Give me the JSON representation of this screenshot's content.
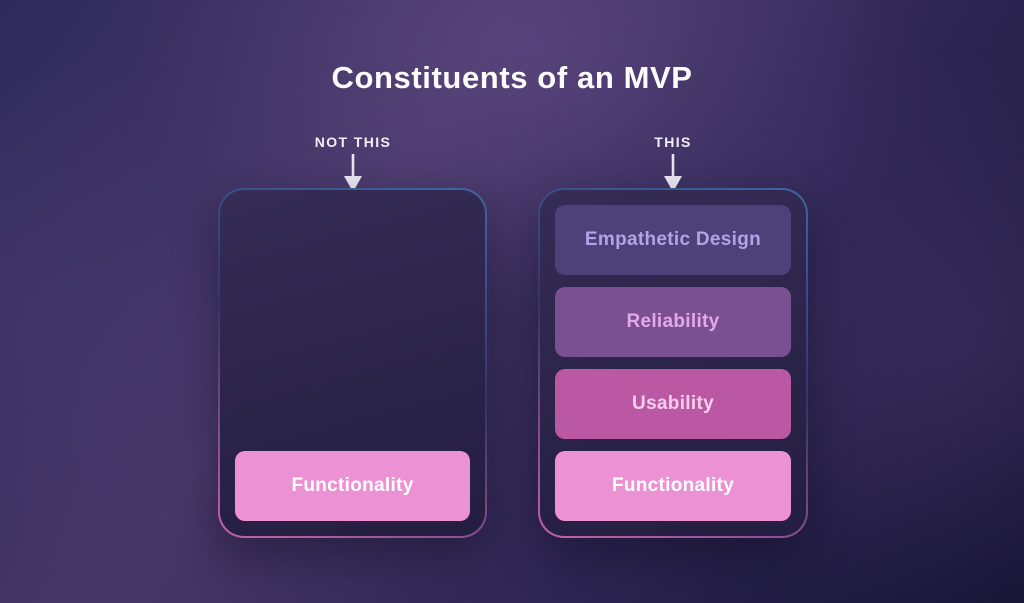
{
  "title": "Constituents of an MVP",
  "icons": {
    "down_arrow": "↓"
  },
  "colors": {
    "background_top": "#473767",
    "background_bottom": "#171434",
    "panel_border_blue": "#3e66a0",
    "panel_border_pink": "#c263ab",
    "panel_fill": "#2a2348",
    "title_text": "#fdfcff",
    "label_text": "#f2eefb",
    "arrow": "#e9e6f3"
  },
  "panels": [
    {
      "label": "NOT THIS",
      "items": [
        {
          "text": "Functionality",
          "bg": "#ec92d4",
          "color": "#ffffff"
        }
      ]
    },
    {
      "label": "THIS",
      "items": [
        {
          "text": "Empathetic Design",
          "bg": "#4e4179",
          "color": "#b5a2e6"
        },
        {
          "text": "Reliability",
          "bg": "#7b5093",
          "color": "#e3aae9"
        },
        {
          "text": "Usability",
          "bg": "#bb58a4",
          "color": "#f7cdec"
        },
        {
          "text": "Functionality",
          "bg": "#ec92d4",
          "color": "#ffffff"
        }
      ]
    }
  ]
}
